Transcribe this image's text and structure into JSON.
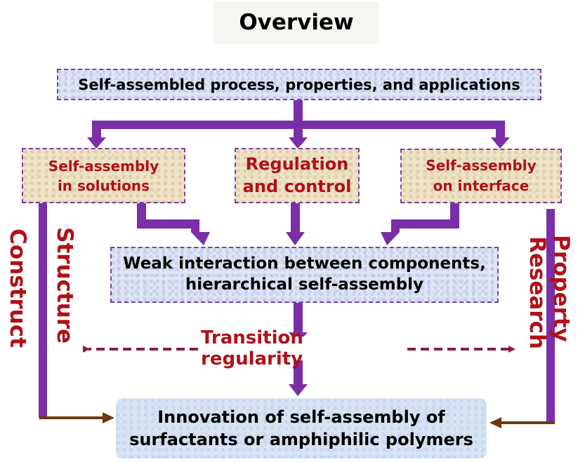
{
  "title": "Overview",
  "nodes": {
    "top": "Self-assembled process, properties, and applications",
    "solutions_l1": "Self-assembly",
    "solutions_l2": "in solutions",
    "regulation_l1": "Regulation",
    "regulation_l2": "and control",
    "interface_l1": "Self-assembly",
    "interface_l2": "on interface",
    "weak_l1": "Weak interaction between components,",
    "weak_l2": "hierarchical self-assembly",
    "bottom_l1": "Innovation of self-assembly of",
    "bottom_l2": "surfactants or amphiphilic polymers"
  },
  "labels": {
    "structure": "Structure",
    "construct": "Construct",
    "property": "Property",
    "research": "Research",
    "transition": "Transition regularity"
  },
  "colors": {
    "purple": "#7a2fa8",
    "red": "#b01018",
    "brown": "#6b3a10",
    "dash": "#8b1c4a"
  }
}
